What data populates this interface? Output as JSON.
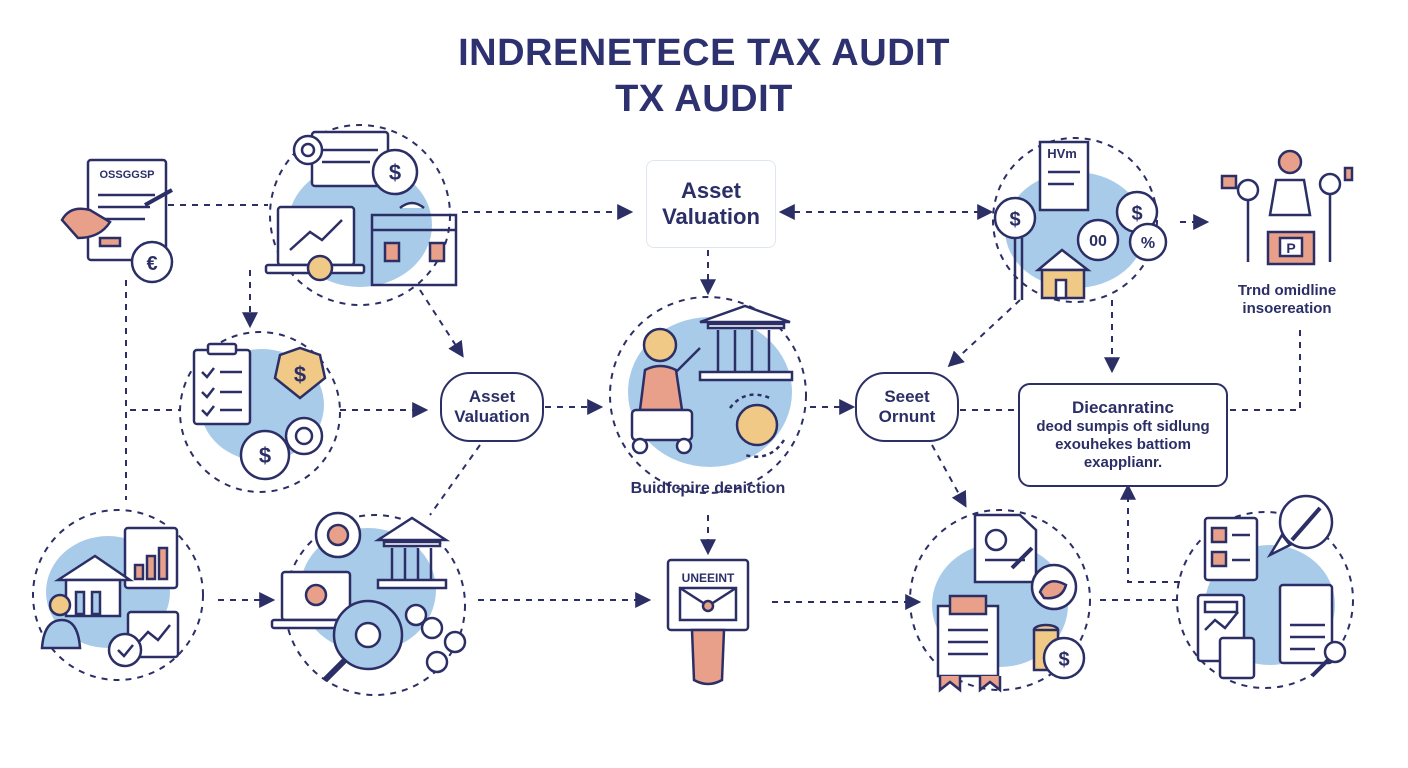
{
  "title": {
    "line1": "INDRENETECE TAX AUDIT",
    "line2": "TX AUDIT"
  },
  "nodes": {
    "asset_valuation_top": [
      "Asset",
      "Valuation"
    ],
    "asset_valuation_mid": [
      "Asset",
      "Valuation"
    ],
    "center_caption": "Buidfcpire deniction",
    "seet_ornunt": [
      "Seeet",
      "Ornunt"
    ],
    "trnd": [
      "Trnd omidline",
      "insoereation"
    ],
    "diecanratinc": [
      "Diecanratinc",
      "deod sumpis oft sidlung",
      "exouhekes battiom",
      "exapplianr."
    ],
    "uneeint_sign": "UNEEINT"
  },
  "icon_text": {
    "doc_header": "OSSGGSP",
    "hvm_header": "HVm",
    "euro": "€",
    "dollar": "$",
    "percent": "%",
    "p_sign": "P",
    "oo": "00"
  },
  "colors": {
    "ink": "#2b2f66",
    "blob": "#a9cbea",
    "accent": "#e8a08a",
    "tan": "#f0c987"
  }
}
